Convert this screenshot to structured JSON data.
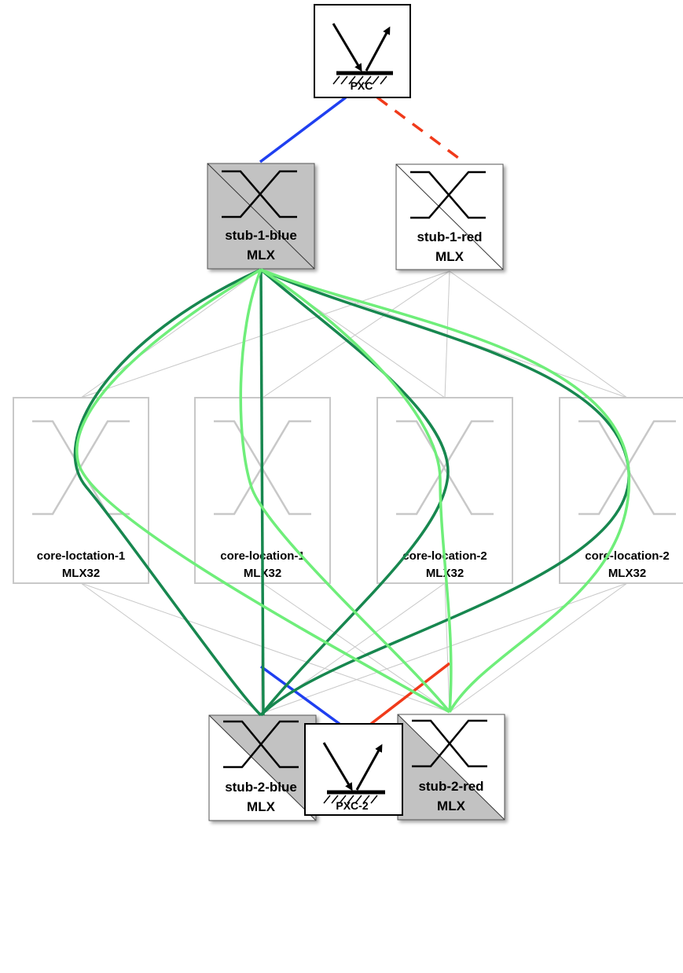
{
  "pxc_top": {
    "label": "PXC"
  },
  "pxc_bottom": {
    "label": "PXC-2"
  },
  "stubs": {
    "stub1_blue": {
      "name": "stub-1-blue",
      "model": "MLX"
    },
    "stub1_red": {
      "name": "stub-1-red",
      "model": "MLX"
    },
    "stub2_blue": {
      "name": "stub-2-blue",
      "model": "MLX"
    },
    "stub2_red": {
      "name": "stub-2-red",
      "model": "MLX"
    }
  },
  "cores": [
    {
      "name": "core-loctation-1",
      "model": "MLX32"
    },
    {
      "name": "core-location-1",
      "model": "MLX32"
    },
    {
      "name": "core-location-2",
      "model": "MLX32"
    },
    {
      "name": "core-location-2",
      "model": "MLX32"
    }
  ],
  "colors": {
    "blue_link": "#1f3ff0",
    "red_link": "#f03a1a",
    "dark_green_path": "#17874f",
    "light_green_path": "#6fee7a",
    "mesh_gray": "#c8c8c8",
    "switch_fill_gray": "#c2c2c2"
  }
}
